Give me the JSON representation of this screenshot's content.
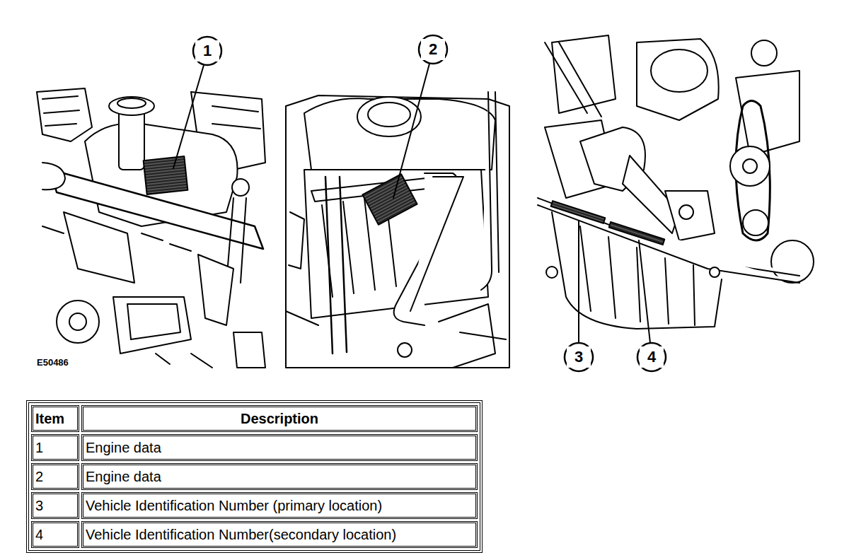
{
  "diagram": {
    "labels": [
      "1",
      "2",
      "3",
      "4",
      "E50486",
      "Item",
      "Description",
      "1",
      "Engine data",
      "2",
      "Engine data",
      "3",
      "Vehicle Identification Number (primary location)",
      "4",
      "Vehicle Identification Number(secondary location)"
    ]
  }
}
